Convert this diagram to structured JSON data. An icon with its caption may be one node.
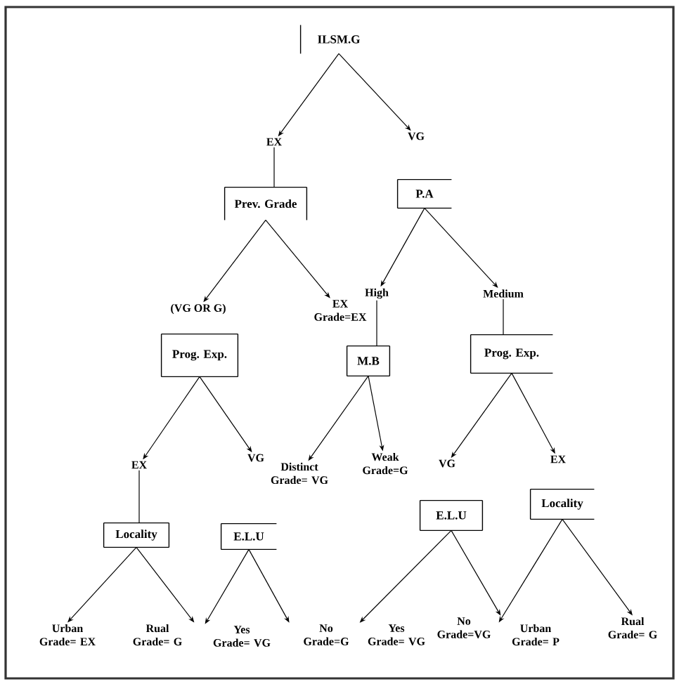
{
  "diagram": {
    "nodes": [
      {
        "text": [
          "ILSM.G"
        ]
      },
      {
        "text": [
          "EX"
        ]
      },
      {
        "text": [
          "VG"
        ]
      },
      {
        "text": [
          "Prev. Grade"
        ]
      },
      {
        "text": [
          "P.A"
        ]
      },
      {
        "text": [
          "(VG OR G)"
        ]
      },
      {
        "text": [
          "EX Grade=EX"
        ]
      },
      {
        "text": [
          "High"
        ]
      },
      {
        "text": [
          "Medium"
        ]
      },
      {
        "text": [
          "Prog. Exp."
        ]
      },
      {
        "text": [
          "M.B"
        ]
      },
      {
        "text": [
          "Prog. Exp."
        ]
      },
      {
        "text": [
          "EX"
        ]
      },
      {
        "text": [
          "VG"
        ]
      },
      {
        "text": [
          "Distinct Grade= VG"
        ]
      },
      {
        "text": [
          "Weak Grade=G"
        ]
      },
      {
        "text": [
          "VG"
        ]
      },
      {
        "text": [
          "EX"
        ]
      },
      {
        "text": [
          "Locality"
        ]
      },
      {
        "text": [
          "E.L.U"
        ]
      },
      {
        "text": [
          "E.L.U"
        ]
      },
      {
        "text": [
          "Locality"
        ]
      },
      {
        "text": [
          "Urban Grade= EX"
        ]
      },
      {
        "text": [
          "Rual Grade= G"
        ]
      },
      {
        "text": [
          "Yes Grade= VG"
        ]
      },
      {
        "text": [
          "No Grade=G"
        ]
      },
      {
        "text": [
          "Yes Grade= VG"
        ]
      },
      {
        "text": [
          "No Grade=VG"
        ]
      },
      {
        "text": [
          "Urban Grade= P"
        ]
      },
      {
        "text": [
          "Rual Grade= G"
        ]
      }
    ],
    "edges": [
      {
        "from": 0,
        "to": 1,
        "arrow": "to"
      },
      {
        "from": 0,
        "to": 2,
        "arrow": "to"
      },
      {
        "from": 1,
        "to": 3,
        "arrow": "none"
      },
      {
        "from": 3,
        "to": 5,
        "arrow": "to"
      },
      {
        "from": 3,
        "to": 6,
        "arrow": "to"
      },
      {
        "from": 4,
        "to": 7,
        "arrow": "to"
      },
      {
        "from": 4,
        "to": 8,
        "arrow": "to"
      },
      {
        "from": 7,
        "to": 10,
        "arrow": "none"
      },
      {
        "from": 8,
        "to": 11,
        "arrow": "none"
      },
      {
        "from": 9,
        "to": 12,
        "arrow": "to"
      },
      {
        "from": 9,
        "to": 13,
        "arrow": "to"
      },
      {
        "from": 10,
        "to": 14,
        "arrow": "to"
      },
      {
        "from": 10,
        "to": 15,
        "arrow": "to"
      },
      {
        "from": 11,
        "to": 16,
        "arrow": "to"
      },
      {
        "from": 11,
        "to": 17,
        "arrow": "to"
      },
      {
        "from": 12,
        "to": 18,
        "arrow": "none"
      },
      {
        "from": 18,
        "to": 22,
        "arrow": "to"
      },
      {
        "from": 18,
        "to": 23,
        "arrow": "to"
      },
      {
        "from": 19,
        "to": 24,
        "arrow": "to"
      },
      {
        "from": 19,
        "to": 25,
        "arrow": "to"
      },
      {
        "from": 20,
        "to": 26,
        "arrow": "to"
      },
      {
        "from": 20,
        "to": 27,
        "arrow": "to"
      },
      {
        "from": 21,
        "to": 28,
        "arrow": "to"
      },
      {
        "from": 21,
        "to": 29,
        "arrow": "to"
      }
    ]
  }
}
